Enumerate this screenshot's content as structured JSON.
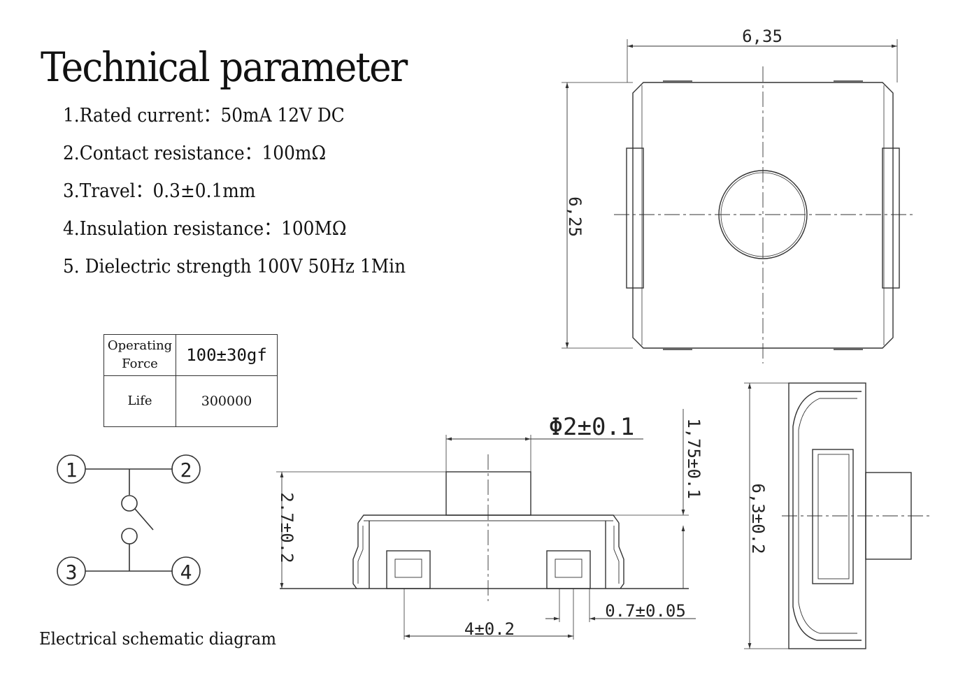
{
  "title": "Technical parameter",
  "parameters": [
    "1.Rated current：50mA 12V DC",
    "2.Contact resistance：100mΩ",
    "3.Travel：0.3±0.1mm",
    "4.Insulation resistance：100MΩ",
    "5. Dielectric strength 100V 50Hz 1Min"
  ],
  "spec_table": {
    "operating_force_label": "Operating Force",
    "operating_force_value": "100±30gf",
    "life_label": "Life",
    "life_value": "300000"
  },
  "schematic": {
    "caption": "Electrical schematic diagram",
    "pins": [
      "1",
      "2",
      "3",
      "4"
    ]
  },
  "dimensions": {
    "top_width": "6,35",
    "top_height": "6,25",
    "button_diameter": "Φ2±0.1",
    "button_height": "1,75±0.1",
    "total_height": "2.7±0.2",
    "pin_spacing": "4±0.2",
    "pin_width": "0.7±0.05",
    "side_length": "6,3±0.2"
  }
}
